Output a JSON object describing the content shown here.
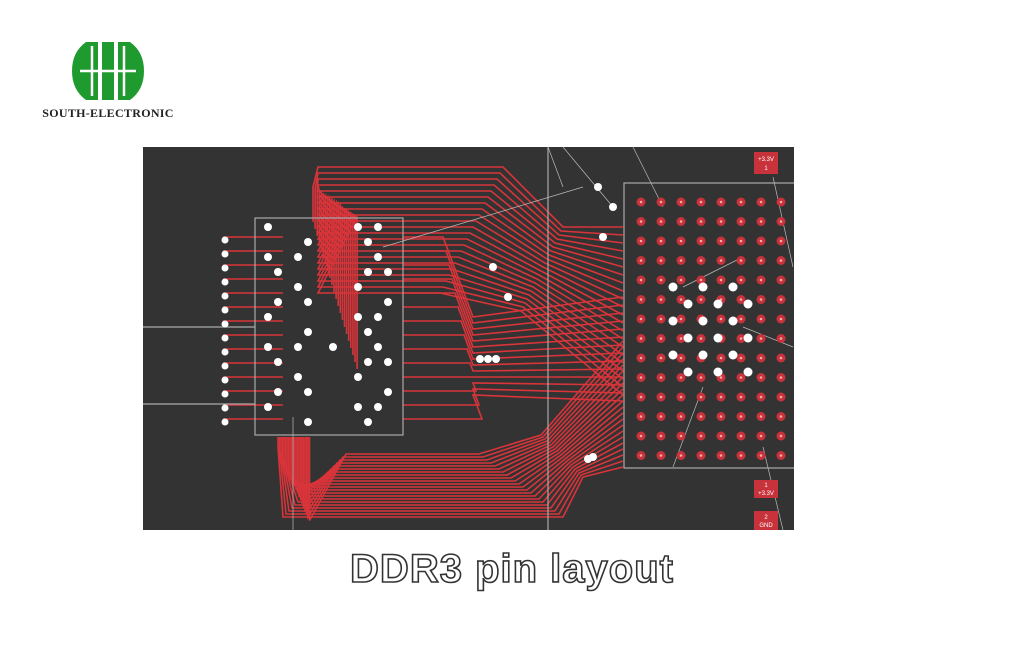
{
  "logo": {
    "company": "SOUTH-ELECTRONIC",
    "color": "#1f9a2e"
  },
  "pcb": {
    "background": "#333333",
    "trace_color": "#d8343a",
    "via_color": "#ffffff",
    "connector_labels": [
      {
        "pin": "1",
        "net": "+3.3V"
      },
      {
        "pin": "1",
        "net": "+3.3V"
      },
      {
        "pin": "2",
        "net": "GND"
      }
    ]
  },
  "caption": "DDR3 pin layout"
}
